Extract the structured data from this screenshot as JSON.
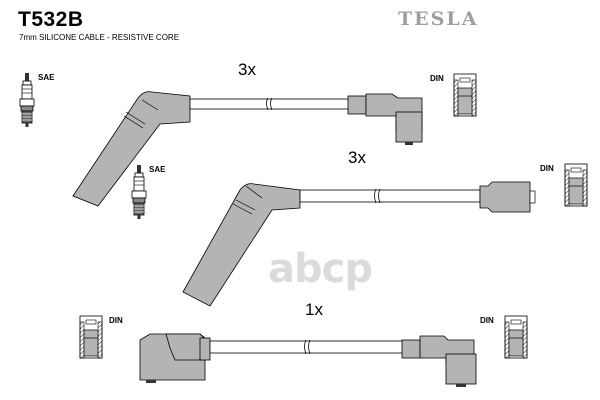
{
  "header": {
    "part_number": "T532B",
    "description": "7mm SILICONE CABLE - RESISTIVE CORE",
    "brand": "TESLA"
  },
  "cables": [
    {
      "quantity": "3x",
      "end_a": "SAE",
      "end_b": "DIN"
    },
    {
      "quantity": "3x",
      "end_a": "SAE",
      "end_b": "DIN"
    },
    {
      "quantity": "1x",
      "end_a": "DIN",
      "end_b": "DIN"
    }
  ],
  "labels": {
    "sae": "SAE",
    "din": "DIN"
  },
  "watermark": "abcp",
  "colors": {
    "boot_fill": "#b4b4b4",
    "outline": "#000000",
    "brand": "#9e9e9e",
    "watermark": "#d0d0d0"
  }
}
